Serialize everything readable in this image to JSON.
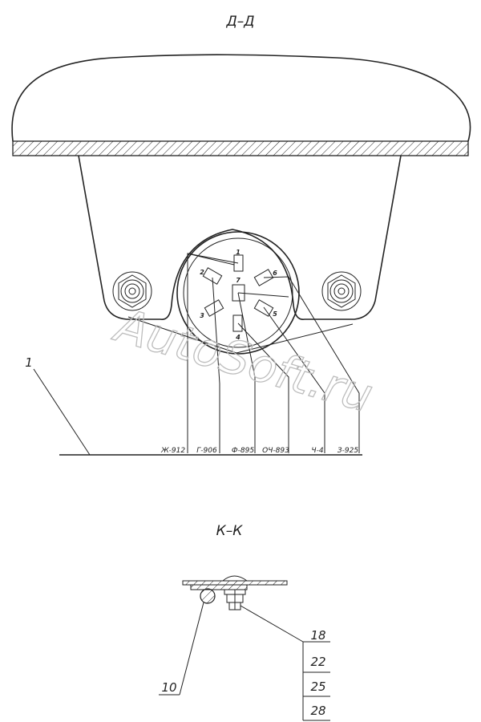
{
  "section_dd": {
    "title": "Д–Д",
    "pins": [
      "1",
      "2",
      "3",
      "4",
      "5",
      "6",
      "7"
    ],
    "connectors": [
      "Ж-912",
      "Г-906",
      "Ф-895",
      "ОЧ-893",
      "Ч-4",
      "З-925"
    ],
    "callout": "1"
  },
  "section_kk": {
    "title": "К–К",
    "callout_left": "10",
    "callouts_right": [
      "18",
      "22",
      "25",
      "28"
    ]
  },
  "watermark": "AutoSoft.ru"
}
